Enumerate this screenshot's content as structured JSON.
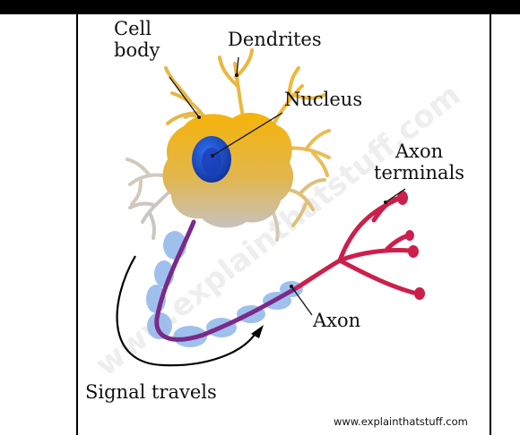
{
  "labels": {
    "cell_body_line1": "Cell",
    "cell_body_line2": "body",
    "dendrites": "Dendrites",
    "nucleus": "Nucleus",
    "axon_terminals_line1": "Axon",
    "axon_terminals_line2": "terminals",
    "axon": "Axon",
    "signal_travels": "Signal travels"
  },
  "watermark": "www.explainthatstuff.com",
  "credit": "www.explainthatstuff.com",
  "colors": {
    "cell_body_top": "#f5b40a",
    "cell_body_bottom": "#c8c0b8",
    "nucleus": "#1d4fd0",
    "dendrite": "#e6bd4f",
    "axon": "#cc1f4b",
    "myelin": "#8fb6ea",
    "signal_path": "#7a2a88"
  }
}
